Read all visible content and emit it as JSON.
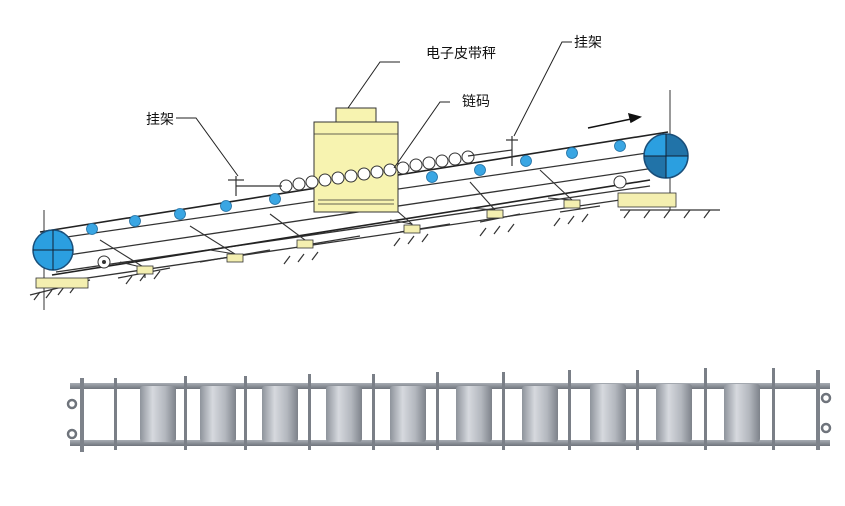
{
  "labels": {
    "scale": "电子皮带秤",
    "chain_weight": "链码",
    "hanger_left": "挂架",
    "hanger_right": "挂架"
  },
  "colors": {
    "pulley": "#2b9fe0",
    "scale_box": "#f7f3b0",
    "base": "#f4efb0",
    "roller": "#3aa6e3",
    "photo_frame": "#8a8f98",
    "photo_roller": "#b8bcc3"
  }
}
